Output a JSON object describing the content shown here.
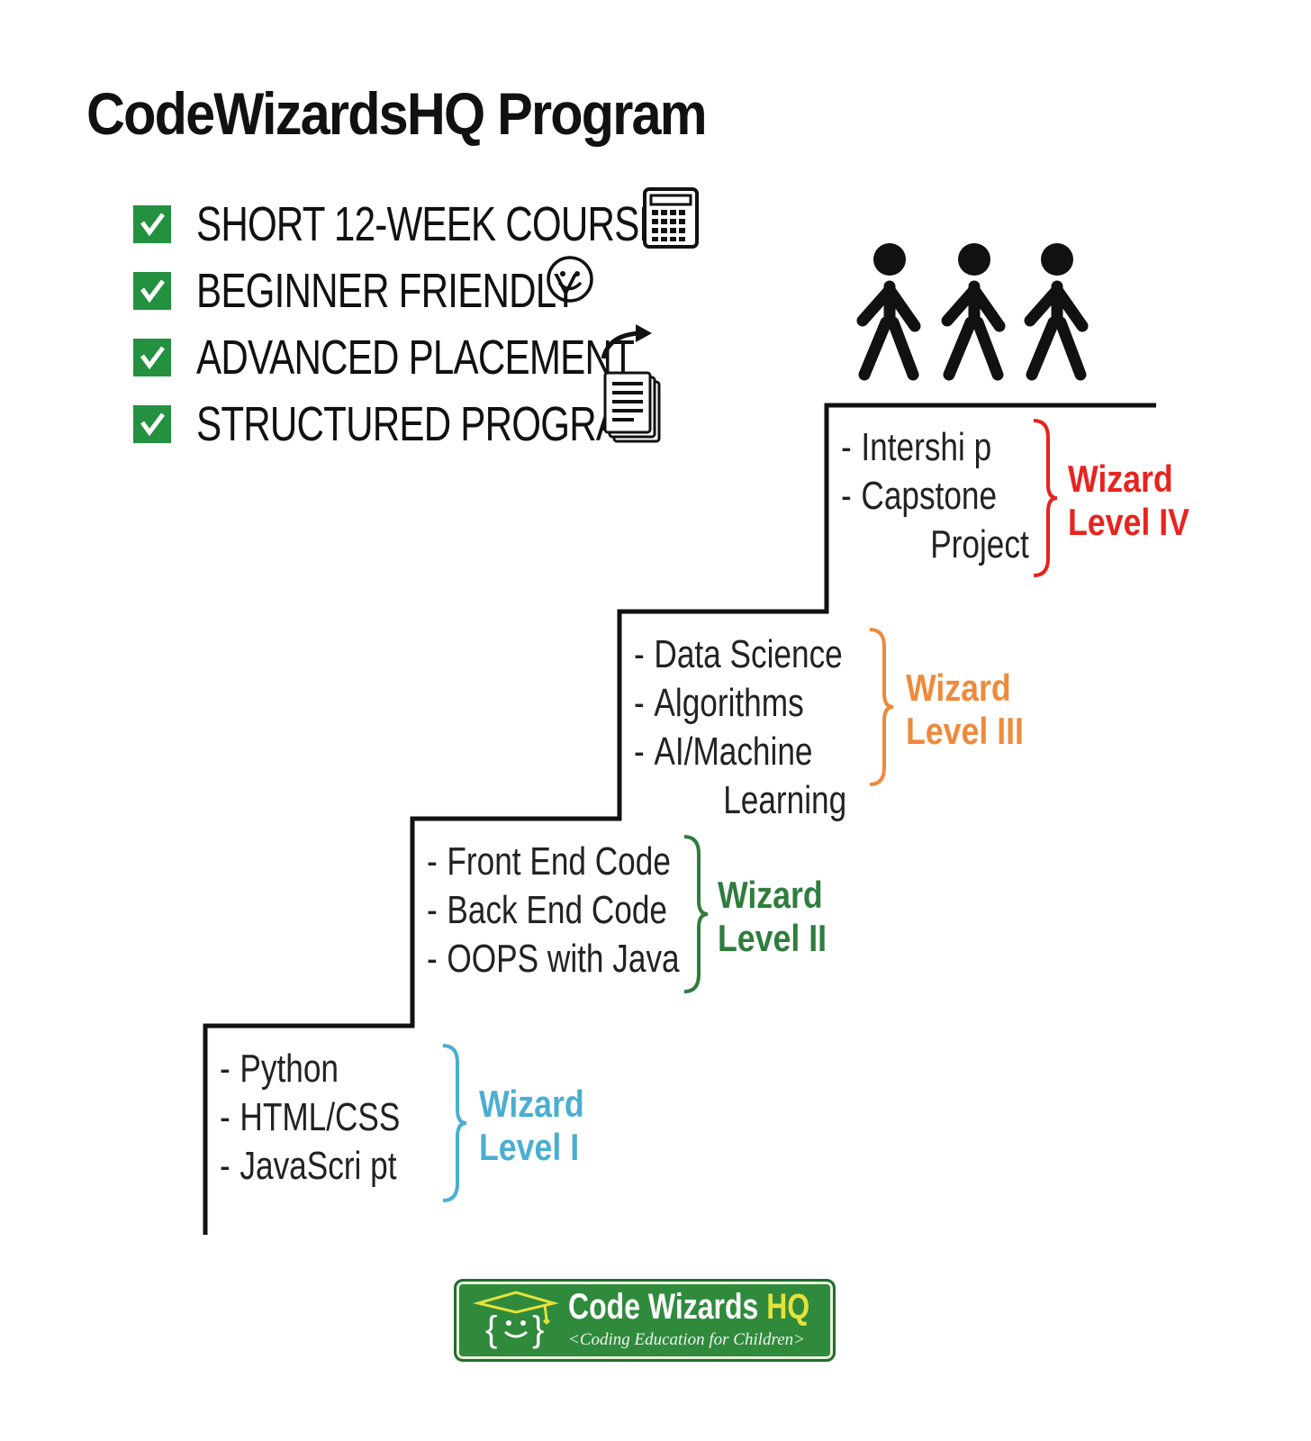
{
  "title": "CodeWizardsHQ Program",
  "features": [
    {
      "label": "SHORT 12-WEEK COURSES",
      "icon": "calculator-icon"
    },
    {
      "label": "BEGINNER FRIENDLY",
      "icon": "smiley-icon"
    },
    {
      "label": "ADVANCED PLACEMENT",
      "icon": "curved-arrow-icon"
    },
    {
      "label": "STRUCTURED PROGRAM",
      "icon": "documents-icon"
    }
  ],
  "levels": [
    {
      "name_line1": "Wizard",
      "name_line2": "Level I",
      "color": "#4aaed1",
      "items": [
        "Python",
        "HTML/CSS",
        "JavaScri pt"
      ]
    },
    {
      "name_line1": "Wizard",
      "name_line2": "Level II",
      "color": "#2f7d3e",
      "items": [
        "Front End Code",
        "Back End Code",
        "OOPS with Java"
      ]
    },
    {
      "name_line1": "Wizard",
      "name_line2": "Level III",
      "color": "#ef8a3c",
      "items": [
        "Data Science",
        "Algorithms",
        "AI/Machine"
      ],
      "continuation": "Learning"
    },
    {
      "name_line1": "Wizard",
      "name_line2": "Level IV",
      "color": "#e8231e",
      "items": [
        "Intershi p",
        "Capstone"
      ],
      "continuation": "Project"
    }
  ],
  "logo": {
    "name": "Code Wizards",
    "name_hq": "HQ",
    "tagline": "<Coding Education for Children>",
    "bg_color": "#2f8a3c",
    "accent_color": "#e6e23a"
  }
}
